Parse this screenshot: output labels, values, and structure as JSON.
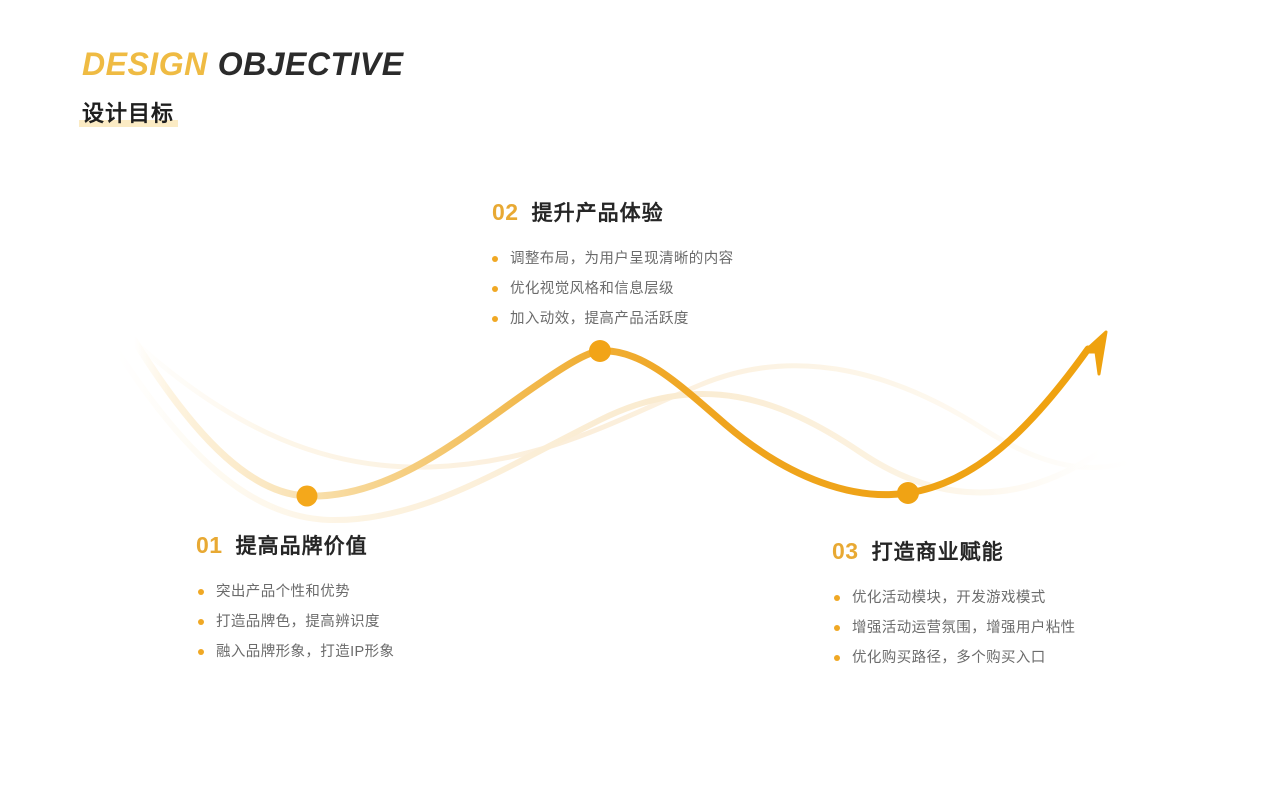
{
  "header": {
    "title_primary": "DESIGN",
    "title_secondary": "OBJECTIVE",
    "subtitle": "设计目标",
    "accent_color": "#EFBB43",
    "dark_color": "#2B2B2B",
    "underline_color": "#FBEBC4"
  },
  "theme": {
    "orange": "#F0A020",
    "gold": "#E8A933",
    "bullet_dot": "#F0A824",
    "text_gray": "#6b6b6b",
    "heading_dark": "#262626",
    "curve_fade": "#FDF4E2",
    "background": "#FFFFFF"
  },
  "curve": {
    "node_label_1": "node-01",
    "node_label_2": "node-02",
    "node_label_3": "node-03",
    "arrow_label": "arrow-head"
  },
  "sections": [
    {
      "id": "01",
      "number": "01",
      "title": "提高品牌价值",
      "bullets": [
        "突出产品个性和优势",
        "打造品牌色，提高辨识度",
        "融入品牌形象，打造IP形象"
      ]
    },
    {
      "id": "02",
      "number": "02",
      "title": "提升产品体验",
      "bullets": [
        "调整布局，为用户呈现清晰的内容",
        "优化视觉风格和信息层级",
        "加入动效，提高产品活跃度"
      ]
    },
    {
      "id": "03",
      "number": "03",
      "title": "打造商业赋能",
      "bullets": [
        "优化活动模块，开发游戏模式",
        "增强活动运营氛围，增强用户粘性",
        "优化购买路径，多个购买入口"
      ]
    }
  ]
}
